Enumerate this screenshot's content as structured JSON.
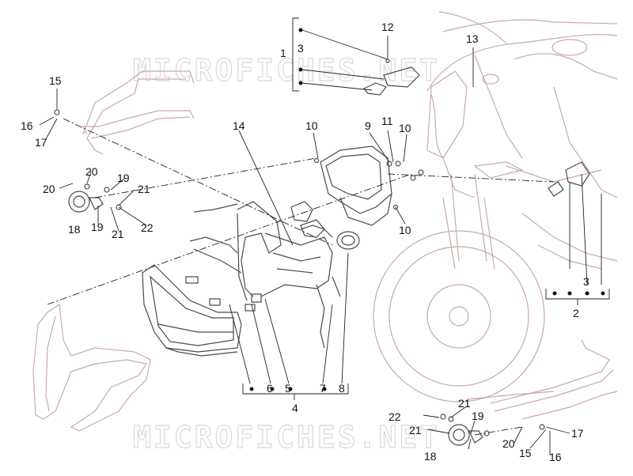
{
  "watermark": "MICROFICHES.NET",
  "callouts": {
    "n1": "1",
    "n2": "2",
    "n3a": "3",
    "n3b": "3",
    "n4": "4",
    "n5": "5",
    "n6": "6",
    "n7": "7",
    "n8": "8",
    "n9": "9",
    "n10a": "10",
    "n10b": "10",
    "n10c": "10",
    "n11": "11",
    "n12": "12",
    "n13": "13",
    "n14": "14",
    "n15a": "15",
    "n15b": "15",
    "n16a": "16",
    "n16b": "16",
    "n17a": "17",
    "n17b": "17",
    "n18a": "18",
    "n18b": "18",
    "n19a": "19",
    "n19b": "19",
    "n19c": "19",
    "n20a": "20",
    "n20b": "20",
    "n20c": "20",
    "n21a": "21",
    "n21b": "21",
    "n21c": "21",
    "n21d": "21",
    "n22a": "22",
    "n22b": "22"
  }
}
